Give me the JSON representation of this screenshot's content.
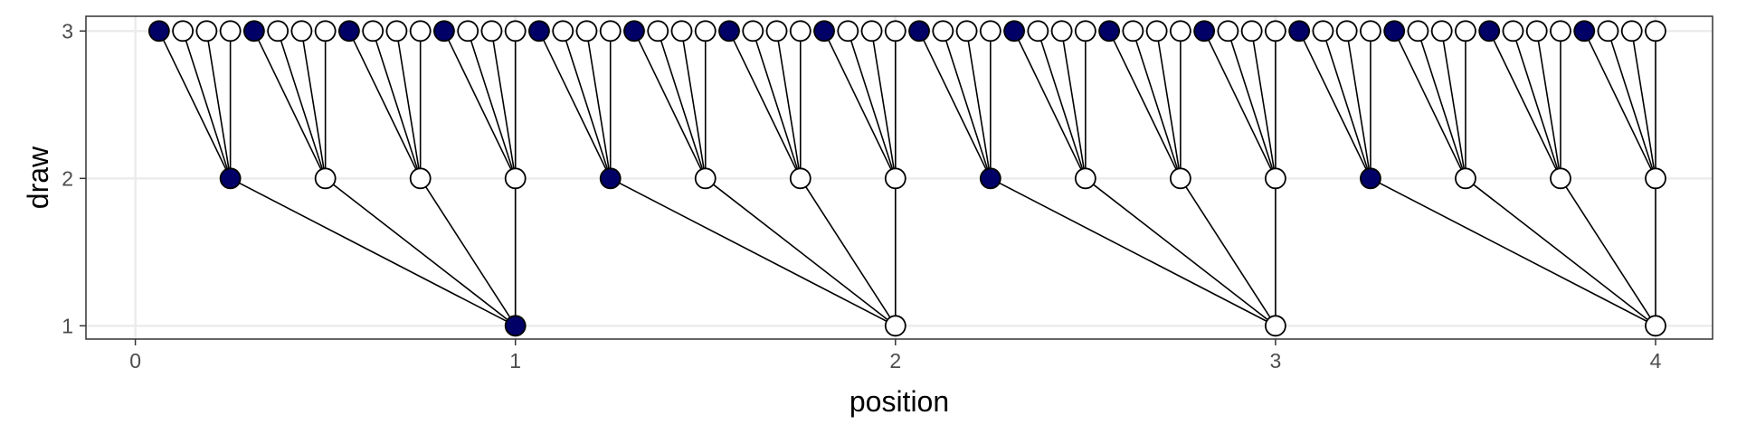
{
  "chart_data": {
    "type": "scatter",
    "xlabel": "position",
    "ylabel": "draw",
    "xlim": [
      -0.13,
      4.15
    ],
    "ylim": [
      0.91,
      3.1
    ],
    "x_ticks": [
      0,
      1,
      2,
      3,
      4
    ],
    "x_tick_labels": [
      "0",
      "1",
      "2",
      "3",
      "4"
    ],
    "y_ticks": [
      1,
      2,
      3
    ],
    "y_tick_labels": [
      "1",
      "2",
      "3"
    ],
    "grid": true,
    "legend": "none",
    "colors": {
      "selected": "#000066",
      "unselected": "#ffffff",
      "outline": "#000000",
      "grid": "#ebebeb",
      "panel_border": "#333333"
    },
    "levels": [
      {
        "draw": 1,
        "points": [
          {
            "x": 1,
            "selected": true
          },
          {
            "x": 2,
            "selected": false
          },
          {
            "x": 3,
            "selected": false
          },
          {
            "x": 4,
            "selected": false
          }
        ]
      },
      {
        "draw": 2,
        "points": [
          {
            "x": 0.25,
            "selected": true
          },
          {
            "x": 0.5,
            "selected": false
          },
          {
            "x": 0.75,
            "selected": false
          },
          {
            "x": 1.0,
            "selected": false
          },
          {
            "x": 1.25,
            "selected": true
          },
          {
            "x": 1.5,
            "selected": false
          },
          {
            "x": 1.75,
            "selected": false
          },
          {
            "x": 2.0,
            "selected": false
          },
          {
            "x": 2.25,
            "selected": true
          },
          {
            "x": 2.5,
            "selected": false
          },
          {
            "x": 2.75,
            "selected": false
          },
          {
            "x": 3.0,
            "selected": false
          },
          {
            "x": 3.25,
            "selected": true
          },
          {
            "x": 3.5,
            "selected": false
          },
          {
            "x": 3.75,
            "selected": false
          },
          {
            "x": 4.0,
            "selected": false
          }
        ]
      },
      {
        "draw": 3,
        "points": [
          {
            "x": 0.0625,
            "selected": true
          },
          {
            "x": 0.125,
            "selected": false
          },
          {
            "x": 0.1875,
            "selected": false
          },
          {
            "x": 0.25,
            "selected": false
          },
          {
            "x": 0.3125,
            "selected": true
          },
          {
            "x": 0.375,
            "selected": false
          },
          {
            "x": 0.4375,
            "selected": false
          },
          {
            "x": 0.5,
            "selected": false
          },
          {
            "x": 0.5625,
            "selected": true
          },
          {
            "x": 0.625,
            "selected": false
          },
          {
            "x": 0.6875,
            "selected": false
          },
          {
            "x": 0.75,
            "selected": false
          },
          {
            "x": 0.8125,
            "selected": true
          },
          {
            "x": 0.875,
            "selected": false
          },
          {
            "x": 0.9375,
            "selected": false
          },
          {
            "x": 1.0,
            "selected": false
          },
          {
            "x": 1.0625,
            "selected": true
          },
          {
            "x": 1.125,
            "selected": false
          },
          {
            "x": 1.1875,
            "selected": false
          },
          {
            "x": 1.25,
            "selected": false
          },
          {
            "x": 1.3125,
            "selected": true
          },
          {
            "x": 1.375,
            "selected": false
          },
          {
            "x": 1.4375,
            "selected": false
          },
          {
            "x": 1.5,
            "selected": false
          },
          {
            "x": 1.5625,
            "selected": true
          },
          {
            "x": 1.625,
            "selected": false
          },
          {
            "x": 1.6875,
            "selected": false
          },
          {
            "x": 1.75,
            "selected": false
          },
          {
            "x": 1.8125,
            "selected": true
          },
          {
            "x": 1.875,
            "selected": false
          },
          {
            "x": 1.9375,
            "selected": false
          },
          {
            "x": 2.0,
            "selected": false
          },
          {
            "x": 2.0625,
            "selected": true
          },
          {
            "x": 2.125,
            "selected": false
          },
          {
            "x": 2.1875,
            "selected": false
          },
          {
            "x": 2.25,
            "selected": false
          },
          {
            "x": 2.3125,
            "selected": true
          },
          {
            "x": 2.375,
            "selected": false
          },
          {
            "x": 2.4375,
            "selected": false
          },
          {
            "x": 2.5,
            "selected": false
          },
          {
            "x": 2.5625,
            "selected": true
          },
          {
            "x": 2.625,
            "selected": false
          },
          {
            "x": 2.6875,
            "selected": false
          },
          {
            "x": 2.75,
            "selected": false
          },
          {
            "x": 2.8125,
            "selected": true
          },
          {
            "x": 2.875,
            "selected": false
          },
          {
            "x": 2.9375,
            "selected": false
          },
          {
            "x": 3.0,
            "selected": false
          },
          {
            "x": 3.0625,
            "selected": true
          },
          {
            "x": 3.125,
            "selected": false
          },
          {
            "x": 3.1875,
            "selected": false
          },
          {
            "x": 3.25,
            "selected": false
          },
          {
            "x": 3.3125,
            "selected": true
          },
          {
            "x": 3.375,
            "selected": false
          },
          {
            "x": 3.4375,
            "selected": false
          },
          {
            "x": 3.5,
            "selected": false
          },
          {
            "x": 3.5625,
            "selected": true
          },
          {
            "x": 3.625,
            "selected": false
          },
          {
            "x": 3.6875,
            "selected": false
          },
          {
            "x": 3.75,
            "selected": false
          },
          {
            "x": 3.8125,
            "selected": true
          },
          {
            "x": 3.875,
            "selected": false
          },
          {
            "x": 3.9375,
            "selected": false
          },
          {
            "x": 4.0,
            "selected": false
          }
        ]
      }
    ],
    "edges": [
      {
        "from": [
          2,
          0.25
        ],
        "to": [
          1,
          1
        ]
      },
      {
        "from": [
          2,
          0.5
        ],
        "to": [
          1,
          1
        ]
      },
      {
        "from": [
          2,
          0.75
        ],
        "to": [
          1,
          1
        ]
      },
      {
        "from": [
          2,
          1.0
        ],
        "to": [
          1,
          1
        ]
      },
      {
        "from": [
          2,
          1.25
        ],
        "to": [
          1,
          2
        ]
      },
      {
        "from": [
          2,
          1.5
        ],
        "to": [
          1,
          2
        ]
      },
      {
        "from": [
          2,
          1.75
        ],
        "to": [
          1,
          2
        ]
      },
      {
        "from": [
          2,
          2.0
        ],
        "to": [
          1,
          2
        ]
      },
      {
        "from": [
          2,
          2.25
        ],
        "to": [
          1,
          3
        ]
      },
      {
        "from": [
          2,
          2.5
        ],
        "to": [
          1,
          3
        ]
      },
      {
        "from": [
          2,
          2.75
        ],
        "to": [
          1,
          3
        ]
      },
      {
        "from": [
          2,
          3.0
        ],
        "to": [
          1,
          3
        ]
      },
      {
        "from": [
          2,
          3.25
        ],
        "to": [
          1,
          4
        ]
      },
      {
        "from": [
          2,
          3.5
        ],
        "to": [
          1,
          4
        ]
      },
      {
        "from": [
          2,
          3.75
        ],
        "to": [
          1,
          4
        ]
      },
      {
        "from": [
          2,
          4.0
        ],
        "to": [
          1,
          4
        ]
      },
      {
        "from": [
          3,
          0.0625
        ],
        "to": [
          2,
          0.25
        ]
      },
      {
        "from": [
          3,
          0.125
        ],
        "to": [
          2,
          0.25
        ]
      },
      {
        "from": [
          3,
          0.1875
        ],
        "to": [
          2,
          0.25
        ]
      },
      {
        "from": [
          3,
          0.25
        ],
        "to": [
          2,
          0.25
        ]
      },
      {
        "from": [
          3,
          0.3125
        ],
        "to": [
          2,
          0.5
        ]
      },
      {
        "from": [
          3,
          0.375
        ],
        "to": [
          2,
          0.5
        ]
      },
      {
        "from": [
          3,
          0.4375
        ],
        "to": [
          2,
          0.5
        ]
      },
      {
        "from": [
          3,
          0.5
        ],
        "to": [
          2,
          0.5
        ]
      },
      {
        "from": [
          3,
          0.5625
        ],
        "to": [
          2,
          0.75
        ]
      },
      {
        "from": [
          3,
          0.625
        ],
        "to": [
          2,
          0.75
        ]
      },
      {
        "from": [
          3,
          0.6875
        ],
        "to": [
          2,
          0.75
        ]
      },
      {
        "from": [
          3,
          0.75
        ],
        "to": [
          2,
          0.75
        ]
      },
      {
        "from": [
          3,
          0.8125
        ],
        "to": [
          2,
          1.0
        ]
      },
      {
        "from": [
          3,
          0.875
        ],
        "to": [
          2,
          1.0
        ]
      },
      {
        "from": [
          3,
          0.9375
        ],
        "to": [
          2,
          1.0
        ]
      },
      {
        "from": [
          3,
          1.0
        ],
        "to": [
          2,
          1.0
        ]
      },
      {
        "from": [
          3,
          1.0625
        ],
        "to": [
          2,
          1.25
        ]
      },
      {
        "from": [
          3,
          1.125
        ],
        "to": [
          2,
          1.25
        ]
      },
      {
        "from": [
          3,
          1.1875
        ],
        "to": [
          2,
          1.25
        ]
      },
      {
        "from": [
          3,
          1.25
        ],
        "to": [
          2,
          1.25
        ]
      },
      {
        "from": [
          3,
          1.3125
        ],
        "to": [
          2,
          1.5
        ]
      },
      {
        "from": [
          3,
          1.375
        ],
        "to": [
          2,
          1.5
        ]
      },
      {
        "from": [
          3,
          1.4375
        ],
        "to": [
          2,
          1.5
        ]
      },
      {
        "from": [
          3,
          1.5
        ],
        "to": [
          2,
          1.5
        ]
      },
      {
        "from": [
          3,
          1.5625
        ],
        "to": [
          2,
          1.75
        ]
      },
      {
        "from": [
          3,
          1.625
        ],
        "to": [
          2,
          1.75
        ]
      },
      {
        "from": [
          3,
          1.6875
        ],
        "to": [
          2,
          1.75
        ]
      },
      {
        "from": [
          3,
          1.75
        ],
        "to": [
          2,
          1.75
        ]
      },
      {
        "from": [
          3,
          1.8125
        ],
        "to": [
          2,
          2.0
        ]
      },
      {
        "from": [
          3,
          1.875
        ],
        "to": [
          2,
          2.0
        ]
      },
      {
        "from": [
          3,
          1.9375
        ],
        "to": [
          2,
          2.0
        ]
      },
      {
        "from": [
          3,
          2.0
        ],
        "to": [
          2,
          2.0
        ]
      },
      {
        "from": [
          3,
          2.0625
        ],
        "to": [
          2,
          2.25
        ]
      },
      {
        "from": [
          3,
          2.125
        ],
        "to": [
          2,
          2.25
        ]
      },
      {
        "from": [
          3,
          2.1875
        ],
        "to": [
          2,
          2.25
        ]
      },
      {
        "from": [
          3,
          2.25
        ],
        "to": [
          2,
          2.25
        ]
      },
      {
        "from": [
          3,
          2.3125
        ],
        "to": [
          2,
          2.5
        ]
      },
      {
        "from": [
          3,
          2.375
        ],
        "to": [
          2,
          2.5
        ]
      },
      {
        "from": [
          3,
          2.4375
        ],
        "to": [
          2,
          2.5
        ]
      },
      {
        "from": [
          3,
          2.5
        ],
        "to": [
          2,
          2.5
        ]
      },
      {
        "from": [
          3,
          2.5625
        ],
        "to": [
          2,
          2.75
        ]
      },
      {
        "from": [
          3,
          2.625
        ],
        "to": [
          2,
          2.75
        ]
      },
      {
        "from": [
          3,
          2.6875
        ],
        "to": [
          2,
          2.75
        ]
      },
      {
        "from": [
          3,
          2.75
        ],
        "to": [
          2,
          2.75
        ]
      },
      {
        "from": [
          3,
          2.8125
        ],
        "to": [
          2,
          3.0
        ]
      },
      {
        "from": [
          3,
          2.875
        ],
        "to": [
          2,
          3.0
        ]
      },
      {
        "from": [
          3,
          2.9375
        ],
        "to": [
          2,
          3.0
        ]
      },
      {
        "from": [
          3,
          3.0
        ],
        "to": [
          2,
          3.0
        ]
      },
      {
        "from": [
          3,
          3.0625
        ],
        "to": [
          2,
          3.25
        ]
      },
      {
        "from": [
          3,
          3.125
        ],
        "to": [
          2,
          3.25
        ]
      },
      {
        "from": [
          3,
          3.1875
        ],
        "to": [
          2,
          3.25
        ]
      },
      {
        "from": [
          3,
          3.25
        ],
        "to": [
          2,
          3.25
        ]
      },
      {
        "from": [
          3,
          3.3125
        ],
        "to": [
          2,
          3.5
        ]
      },
      {
        "from": [
          3,
          3.375
        ],
        "to": [
          2,
          3.5
        ]
      },
      {
        "from": [
          3,
          3.4375
        ],
        "to": [
          2,
          3.5
        ]
      },
      {
        "from": [
          3,
          3.5
        ],
        "to": [
          2,
          3.5
        ]
      },
      {
        "from": [
          3,
          3.5625
        ],
        "to": [
          2,
          3.75
        ]
      },
      {
        "from": [
          3,
          3.625
        ],
        "to": [
          2,
          3.75
        ]
      },
      {
        "from": [
          3,
          3.6875
        ],
        "to": [
          2,
          3.75
        ]
      },
      {
        "from": [
          3,
          3.75
        ],
        "to": [
          2,
          3.75
        ]
      },
      {
        "from": [
          3,
          3.8125
        ],
        "to": [
          2,
          4.0
        ]
      },
      {
        "from": [
          3,
          3.875
        ],
        "to": [
          2,
          4.0
        ]
      },
      {
        "from": [
          3,
          3.9375
        ],
        "to": [
          2,
          4.0
        ]
      },
      {
        "from": [
          3,
          4.0
        ],
        "to": [
          2,
          4.0
        ]
      }
    ]
  }
}
